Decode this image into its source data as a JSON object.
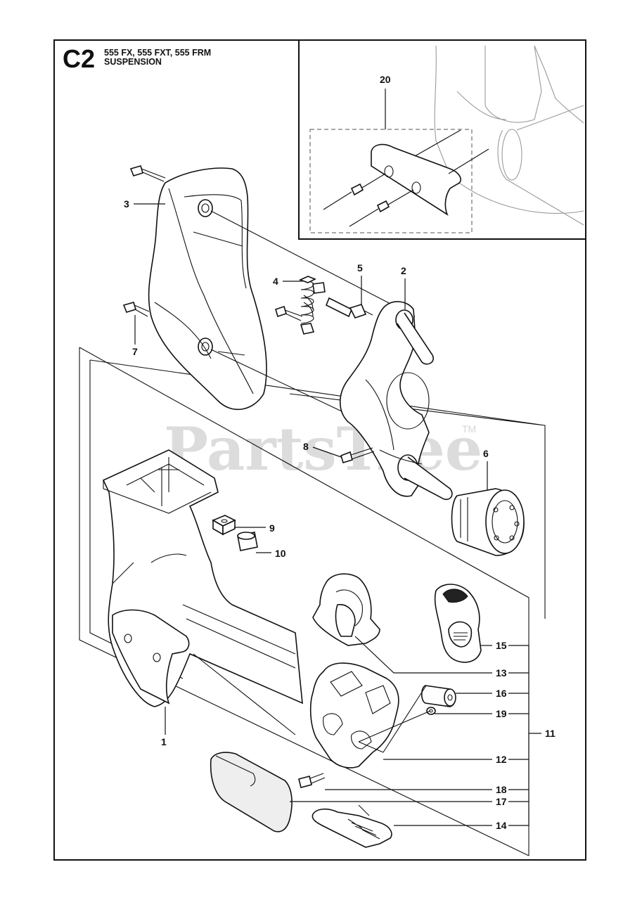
{
  "header": {
    "code": "C2",
    "models": "555 FX, 555 FXT, 555 FRM",
    "section": "SUSPENSION"
  },
  "watermark": {
    "text": "PartsTree",
    "trademark": "TM"
  },
  "callouts": {
    "c1": "1",
    "c2": "2",
    "c3": "3",
    "c4": "4",
    "c5": "5",
    "c6": "6",
    "c7": "7",
    "c8": "8",
    "c9": "9",
    "c10": "10",
    "c11": "11",
    "c12": "12",
    "c13": "13",
    "c14": "14",
    "c15": "15",
    "c16": "16",
    "c17": "17",
    "c18": "18",
    "c19": "19",
    "c20": "20"
  }
}
